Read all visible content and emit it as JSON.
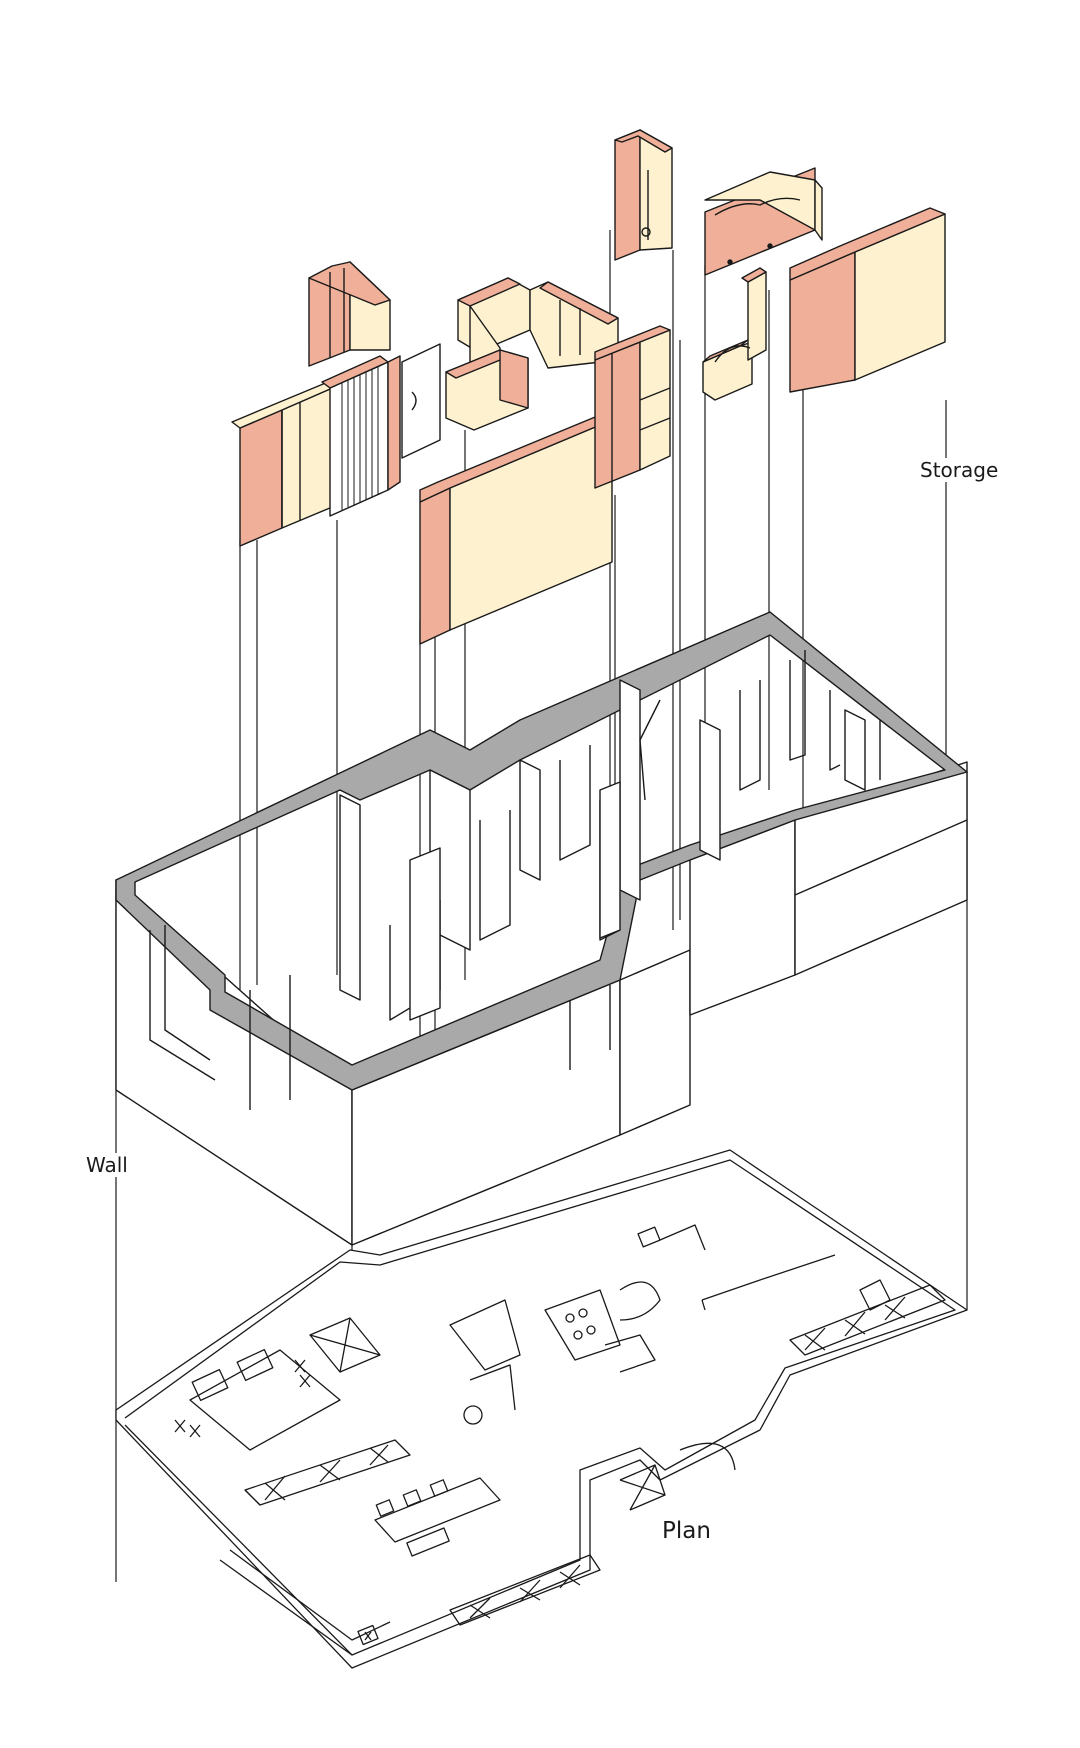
{
  "labels": {
    "storage": "Storage",
    "wall": "Wall",
    "plan": "Plan"
  },
  "colors": {
    "line": "#1a1a1a",
    "wall_top": "#a9a9a9",
    "cabinet_front": "#fdf1cf",
    "cabinet_side": "#efaf98",
    "background": "#ffffff"
  }
}
